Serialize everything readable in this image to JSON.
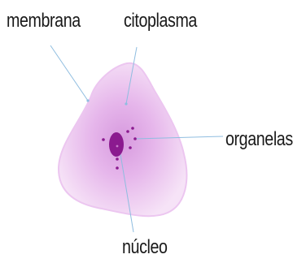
{
  "labels": {
    "membrana": "membrana",
    "citoplasma": "citoplasma",
    "organelas": "organelas",
    "nucleo": "núcleo"
  },
  "colors": {
    "cell_outer": "#f3dcf5",
    "cell_inner": "#dfa6e6",
    "membrane_edge": "#e7bdec",
    "nucleus": "#8b1a8f",
    "organelle": "#8b1a8f",
    "pointer_line": "#8fbde0"
  }
}
